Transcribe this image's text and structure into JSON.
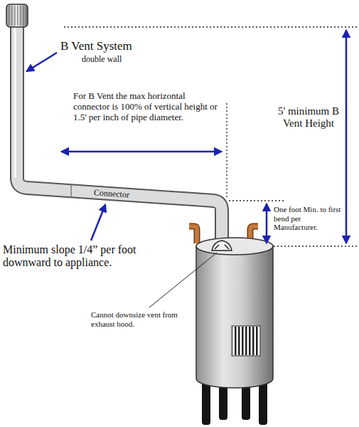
{
  "diagram": {
    "labels": [
      "B Vent System",
      "double wall",
      "For B Vent the max horizontal connector is 100% of vertical height or 1.5' per inch of pipe diameter.",
      "Connector",
      "5' minimum B Vent Height",
      "One foot Min. to first bend per Manufacturer.",
      "Minimum slope 1/4” per foot downward to appliance.",
      "Cannot downsize vent from exhaust hood."
    ]
  }
}
